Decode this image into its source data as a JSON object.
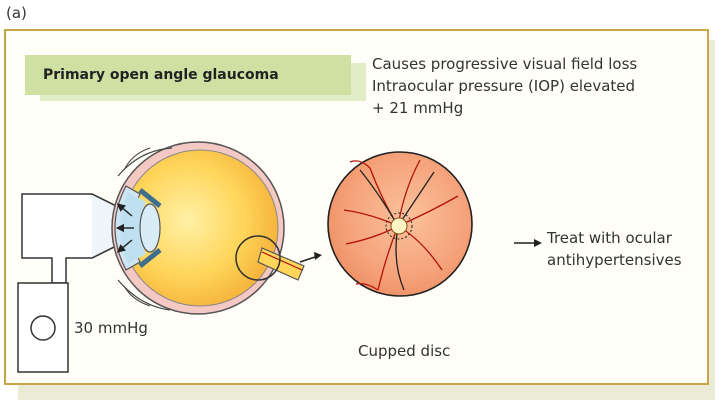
{
  "panel_label": "(a)",
  "title": "Primary open angle glaucoma",
  "notes": {
    "line1": "Causes progressive visual field loss",
    "line2": "Intraocular pressure (IOP) elevated",
    "line3": "+ 21 mmHg"
  },
  "tonometer_reading": "30 mmHg",
  "disc_caption": "Cupped disc",
  "treatment": {
    "line1": "Treat with ocular",
    "line2": "antihypertensives"
  },
  "colors": {
    "frame_border": "#c7a64a",
    "title_fill": "#cfe0a3",
    "retina": "#f5a27a",
    "vessels": "#b3120a"
  }
}
